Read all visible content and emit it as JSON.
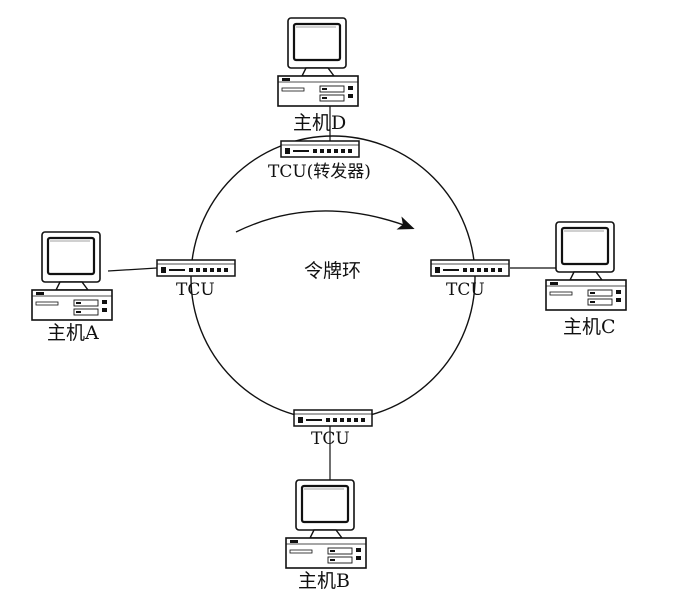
{
  "ring": {
    "label": "令牌环"
  },
  "hosts": {
    "A": {
      "label": "主机A"
    },
    "B": {
      "label": "主机B"
    },
    "C": {
      "label": "主机C"
    },
    "D": {
      "label": "主机D"
    }
  },
  "tcus": {
    "A": {
      "label": "TCU"
    },
    "B": {
      "label": "TCU"
    },
    "C": {
      "label": "TCU"
    },
    "D": {
      "label": "TCU(转发器)"
    }
  },
  "colors": {
    "ink": "#111111",
    "paper": "#ffffff"
  }
}
